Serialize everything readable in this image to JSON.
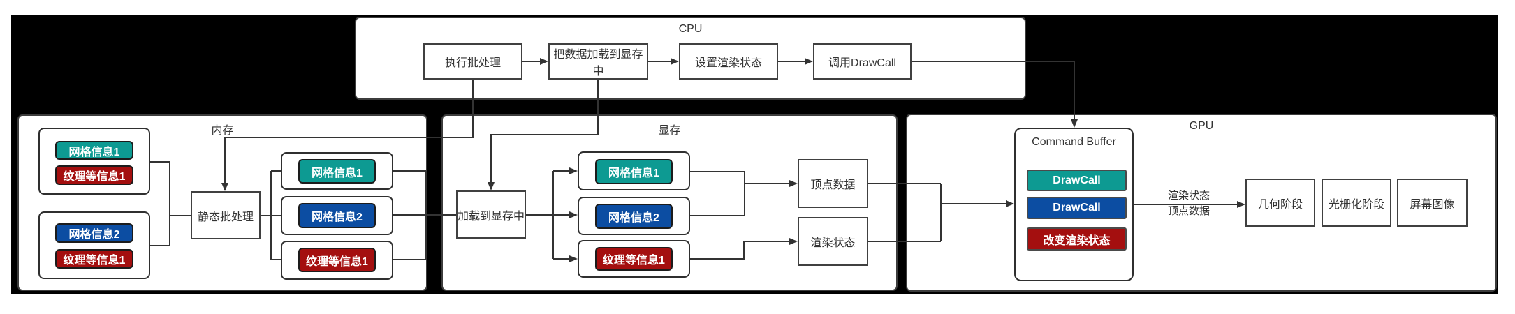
{
  "panels": {
    "cpu_label": "CPU",
    "memory_label": "内存",
    "vram_label": "显存",
    "gpu_label": "GPU"
  },
  "cpu_flow": {
    "step1": "执行批处理",
    "step2": "把数据加载到显存中",
    "step3": "设置渲染状态",
    "step4": "调用DrawCall"
  },
  "memory": {
    "group_a": {
      "mesh": "网格信息1",
      "texture": "纹理等信息1"
    },
    "group_b": {
      "mesh": "网格信息2",
      "texture": "纹理等信息1"
    },
    "batch_box": "静态批处理",
    "batched": {
      "mesh1": "网格信息1",
      "mesh2": "网格信息2",
      "texture": "纹理等信息1"
    }
  },
  "vram": {
    "load_box": "加载到显存中",
    "groups": {
      "mesh1": "网格信息1",
      "mesh2": "网格信息2",
      "texture": "纹理等信息1"
    },
    "vertex_box": "顶点数据",
    "state_box": "渲染状态"
  },
  "gpu": {
    "command_buffer": {
      "title": "Command Buffer",
      "items": [
        "DrawCall",
        "DrawCall",
        "改变渲染状态"
      ]
    },
    "edge_label_line1": "渲染状态",
    "edge_label_line2": "顶点数据",
    "stages": [
      "几何阶段",
      "光栅化阶段",
      "屏幕图像"
    ]
  },
  "colors": {
    "teal": "#0d9a92",
    "blue": "#0c4da2",
    "red": "#a40f0f",
    "line": "#333333",
    "background": "#000000"
  }
}
